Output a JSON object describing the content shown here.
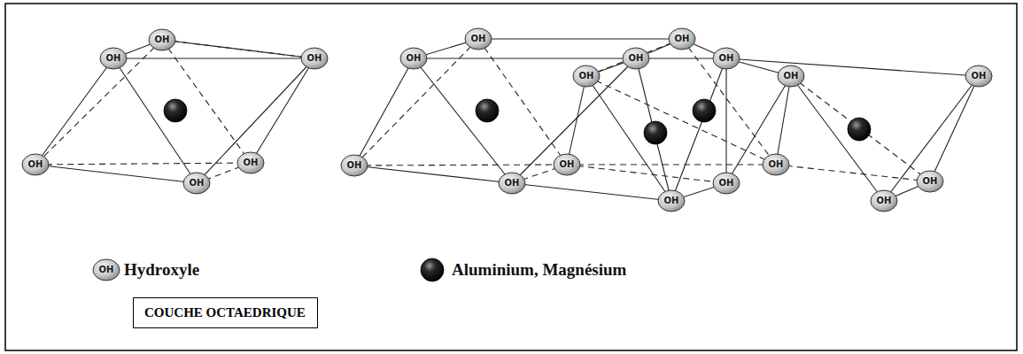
{
  "diagram": {
    "nodes": [
      {
        "text": [
          "COUCHE OCTAEDRIQUE"
        ]
      }
    ],
    "labels": [
      "OH",
      "OH",
      "OH",
      "OH",
      "OH",
      "OH",
      "OH",
      "OH",
      "OH",
      "OH",
      "OH",
      "OH",
      "OH",
      "OH",
      "OH",
      "OH",
      "OH",
      "OH",
      "OH",
      "OH",
      "OH",
      "OH",
      "OH"
    ],
    "legend": [
      {
        "text": "Hydroxyle"
      },
      {
        "text": "Aluminium, Magnésium"
      }
    ]
  }
}
